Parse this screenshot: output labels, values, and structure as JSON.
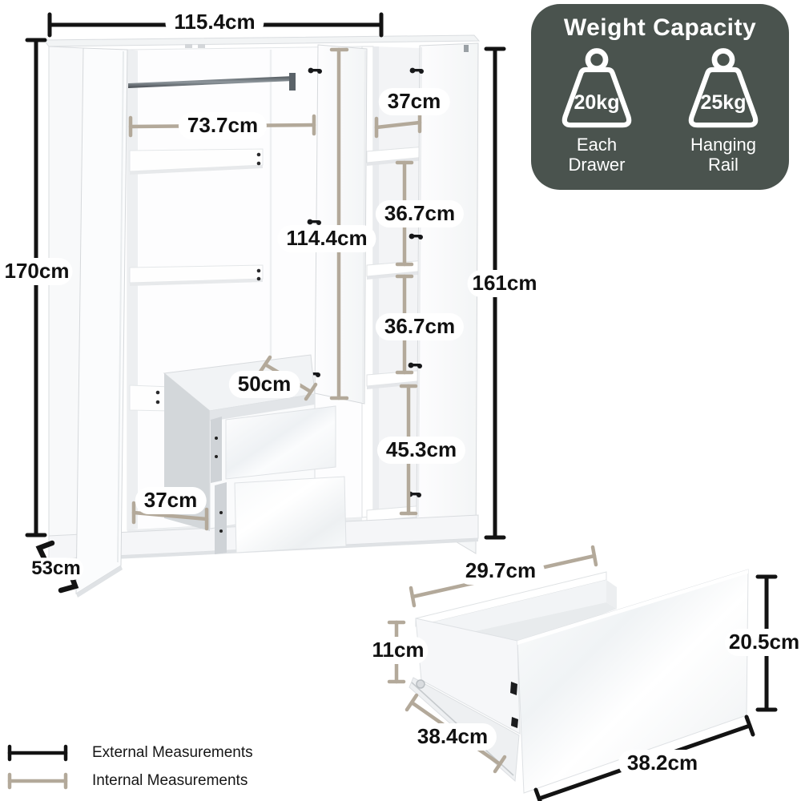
{
  "wardrobe": {
    "external_width": "115.4cm",
    "external_height": "170cm",
    "external_depth": "53cm",
    "right_door_height": "161cm",
    "hanging_area_width": "73.7cm",
    "middle_door_height": "114.4cm",
    "top_shelf_width": "37cm",
    "upper_shelf_gap": "36.7cm",
    "middle_shelf_gap": "36.7cm",
    "lower_shelf_gap": "45.3cm",
    "drawer_unit_width": "50cm",
    "base_internal_width": "37cm"
  },
  "drawer": {
    "internal_width": "29.7cm",
    "internal_height": "11cm",
    "front_height": "20.5cm",
    "internal_depth": "38.4cm",
    "external_depth": "38.2cm"
  },
  "weight_capacity": {
    "title": "Weight Capacity",
    "items": [
      {
        "icon": "weight-icon",
        "value": "20kg",
        "label_line1": "Each",
        "label_line2": "Drawer"
      },
      {
        "icon": "weight-icon",
        "value": "25kg",
        "label_line1": "Hanging",
        "label_line2": "Rail"
      }
    ]
  },
  "legend": {
    "external_label": "External Measurements",
    "internal_label": "Internal Measurements"
  },
  "colors": {
    "external_line": "#131313",
    "internal_line": "#b3a99a",
    "weight_panel_bg": "#4a534e"
  }
}
